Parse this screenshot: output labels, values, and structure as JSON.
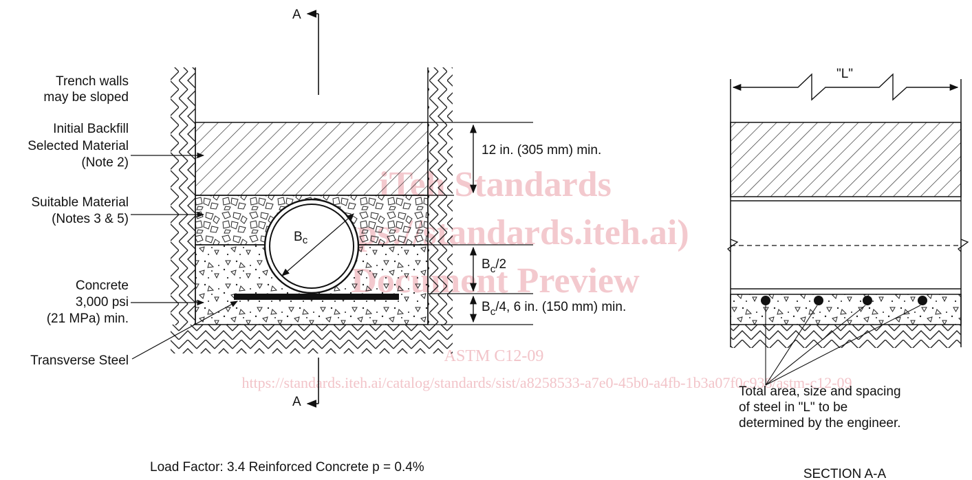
{
  "labels": {
    "trench_walls_line1": "Trench walls",
    "trench_walls_line2": "may be sloped",
    "initial_backfill_line1": "Initial Backfill",
    "initial_backfill_line2": "Selected Material",
    "initial_backfill_line3": "(Note 2)",
    "suitable_line1": "Suitable Material",
    "suitable_line2": "(Notes 3 & 5)",
    "concrete_line1": "Concrete",
    "concrete_line2": "3,000 psi",
    "concrete_line3": "(21 MPa) min.",
    "transverse_steel": "Transverse Steel",
    "dim_top": "12 in. (305 mm) min.",
    "bc_half_b": "B",
    "bc_half_sub": "c",
    "bc_half_rest": "/2",
    "bc_quarter_b": "B",
    "bc_quarter_sub": "c",
    "bc_quarter_rest": "/4, 6 in. (150 mm) min.",
    "bc_pipe_b": "B",
    "bc_pipe_sub": "c",
    "section_marker_top": "A",
    "section_marker_bottom": "A",
    "L_label": "\"L\"",
    "steel_note_line1": "Total area, size and spacing",
    "steel_note_line2": "of steel in \"L\" to be",
    "steel_note_line3": "determined by the engineer.",
    "load_factor": "Load Factor:  3.4 Reinforced Concrete  p = 0.4%",
    "section_title": "SECTION A-A"
  },
  "watermark": {
    "line1": "iTeh Standards",
    "line2": "(https://standards.iteh.ai)",
    "line3": "Document Preview",
    "standard": "ASTM C12-09",
    "url": "https://standards.iteh.ai/catalog/standards/sist/a8258533-a7e0-45b0-a4fb-1b3a07f0c938/astm-c12-09"
  }
}
